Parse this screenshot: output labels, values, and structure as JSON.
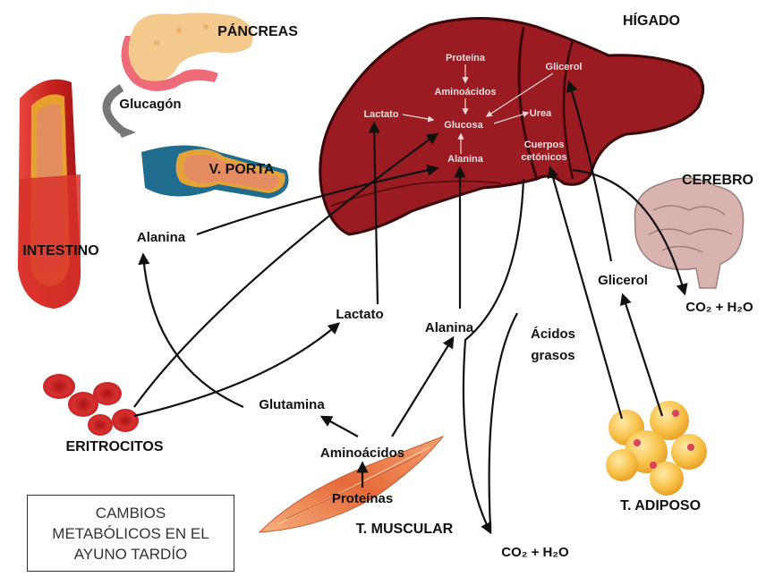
{
  "title_lines": [
    "CAMBIOS",
    "METABÓLICOS EN EL",
    "AYUNO TARDÍO"
  ],
  "organs": {
    "pancreas": "PÁNCREAS",
    "higado": "HÍGADO",
    "cerebro": "CEREBRO",
    "intestino": "INTESTINO",
    "v_porta": "V. PORTA",
    "eritrocitos": "ERITROCITOS",
    "t_muscular": "T. MUSCULAR",
    "t_adiposo": "T. ADIPOSO"
  },
  "hormone": "Glucagón",
  "liver_inside": {
    "proteina": "Proteína",
    "aminoacidos": "Aminoácidos",
    "glicerol": "Glicerol",
    "lactato": "Lactato",
    "glucosa": "Glucosa",
    "urea": "Urea",
    "alanina": "Alanina",
    "cuerpos_1": "Cuerpos",
    "cuerpos_2": "cetónicos"
  },
  "metabolites": {
    "alanina_left": "Alanina",
    "lactato": "Lactato",
    "alanina_center": "Alanina",
    "acidos_1": "Ácidos",
    "acidos_2": "grasos",
    "glicerol": "Glicerol",
    "glutamina": "Glutamina",
    "aminoacidos": "Aminoácidos",
    "proteinas": "Proteínas",
    "co2_brain": "CO₂ + H₂O",
    "co2_bottom": "CO₂ + H₂O"
  },
  "colors": {
    "liver": "#9b1b22",
    "liver_dark": "#5e0d12",
    "intestine": "#d8322c",
    "pancreas": "#f3c98e",
    "brain": "#d9b3b0",
    "muscle": "#e8703f",
    "fat": "#f5b83c",
    "rbc": "#d42a2a"
  }
}
